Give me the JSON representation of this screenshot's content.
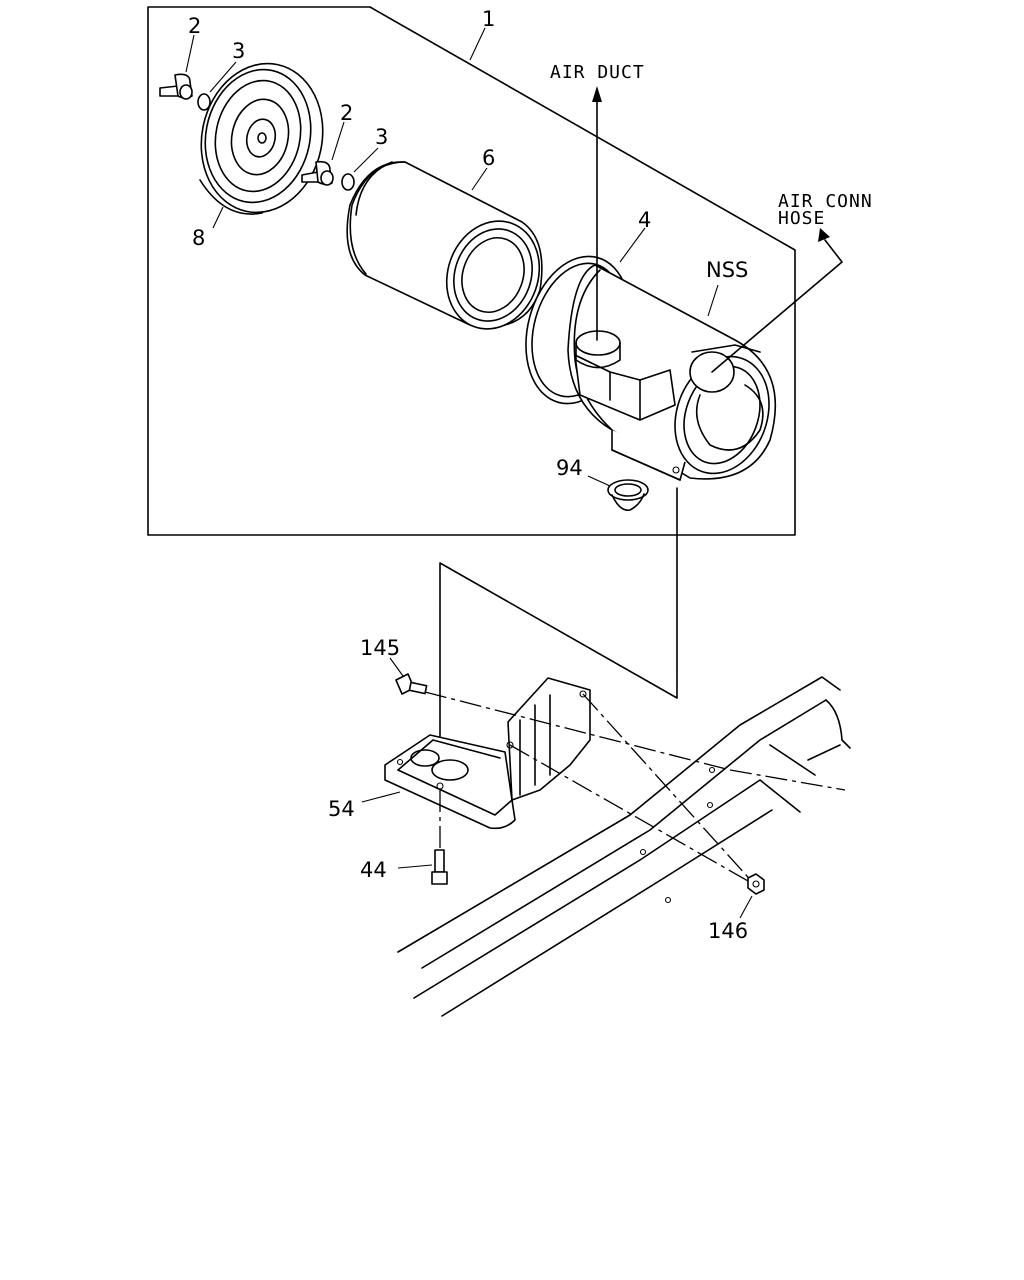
{
  "labels": {
    "assembly": "1",
    "wing_bolt_top": "2",
    "washer_top": "3",
    "wing_bolt_mid": "2",
    "washer_mid": "3",
    "element": "6",
    "body": "4",
    "cap": "8",
    "grommet": "94",
    "bolt_145": "145",
    "bracket": "54",
    "bolt_44": "44",
    "nut": "146",
    "nss": "NSS",
    "air_duct": "AIR DUCT",
    "air_conn_line1": "AIR CONN",
    "air_conn_line2": "HOSE"
  }
}
